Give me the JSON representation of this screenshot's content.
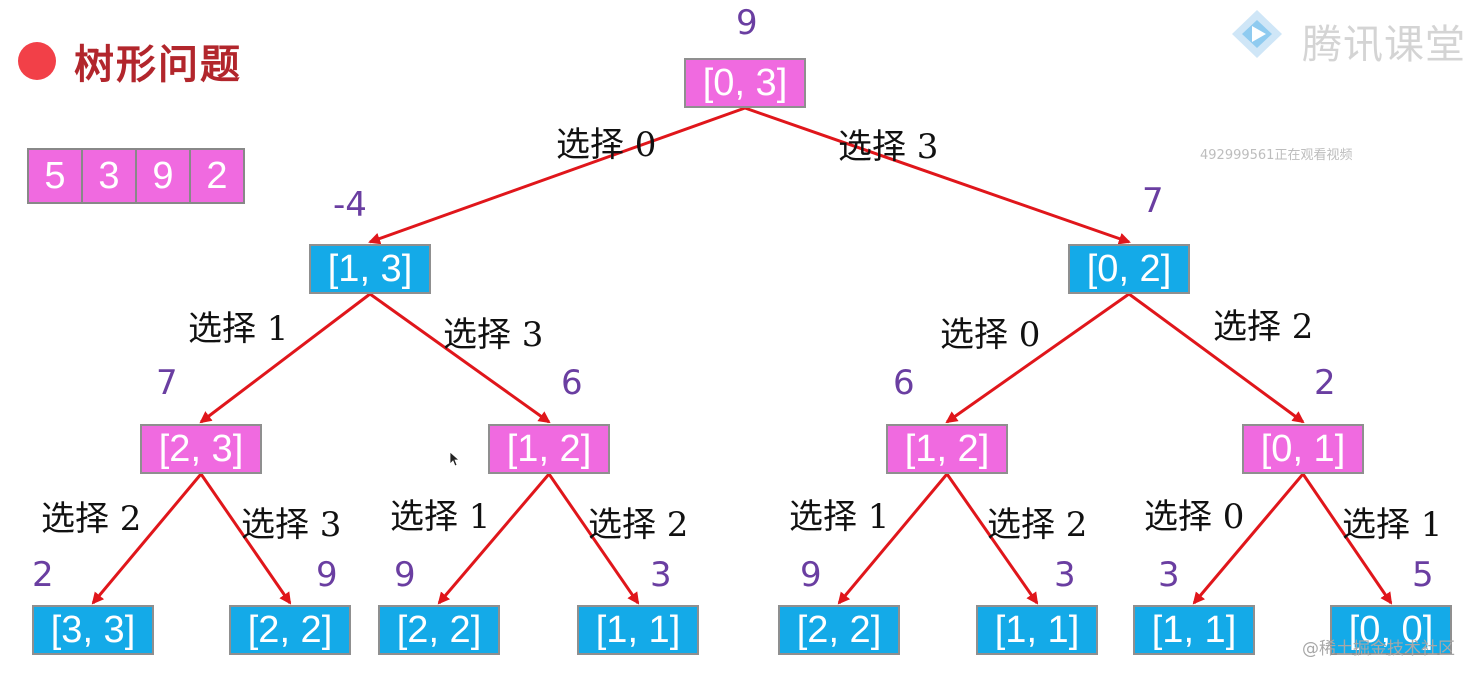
{
  "title": "树形问题",
  "array": [
    "5",
    "3",
    "9",
    "2"
  ],
  "nodes": [
    {
      "id": "n0",
      "label": "[0, 3]",
      "value": "9",
      "color": "pink"
    },
    {
      "id": "n1",
      "label": "[1, 3]",
      "value": "-4",
      "color": "blue"
    },
    {
      "id": "n2",
      "label": "[0, 2]",
      "value": "7",
      "color": "blue"
    },
    {
      "id": "n3",
      "label": "[2, 3]",
      "value": "7",
      "color": "pink"
    },
    {
      "id": "n4",
      "label": "[1, 2]",
      "value": "6",
      "color": "pink"
    },
    {
      "id": "n5",
      "label": "[1, 2]",
      "value": "6",
      "color": "pink"
    },
    {
      "id": "n6",
      "label": "[0, 1]",
      "value": "2",
      "color": "pink"
    },
    {
      "id": "n7",
      "label": "[3, 3]",
      "value": "2",
      "color": "blue"
    },
    {
      "id": "n8",
      "label": "[2, 2]",
      "value": "9",
      "color": "blue"
    },
    {
      "id": "n9",
      "label": "[2, 2]",
      "value": "9",
      "color": "blue"
    },
    {
      "id": "n10",
      "label": "[1, 1]",
      "value": "3",
      "color": "blue"
    },
    {
      "id": "n11",
      "label": "[2, 2]",
      "value": "9",
      "color": "blue"
    },
    {
      "id": "n12",
      "label": "[1, 1]",
      "value": "3",
      "color": "blue"
    },
    {
      "id": "n13",
      "label": "[1, 1]",
      "value": "3",
      "color": "blue"
    },
    {
      "id": "n14",
      "label": "[0, 0]",
      "value": "5",
      "color": "blue"
    }
  ],
  "edges": [
    {
      "from": "n0",
      "to": "n1",
      "label": "选择 0"
    },
    {
      "from": "n0",
      "to": "n2",
      "label": "选择 3"
    },
    {
      "from": "n1",
      "to": "n3",
      "label": "选择 1"
    },
    {
      "from": "n1",
      "to": "n4",
      "label": "选择 3"
    },
    {
      "from": "n2",
      "to": "n5",
      "label": "选择 0"
    },
    {
      "from": "n2",
      "to": "n6",
      "label": "选择 2"
    },
    {
      "from": "n3",
      "to": "n7",
      "label": "选择 2"
    },
    {
      "from": "n3",
      "to": "n8",
      "label": "选择 3"
    },
    {
      "from": "n4",
      "to": "n9",
      "label": "选择 1"
    },
    {
      "from": "n4",
      "to": "n10",
      "label": "选择 2"
    },
    {
      "from": "n5",
      "to": "n11",
      "label": "选择 1"
    },
    {
      "from": "n5",
      "to": "n12",
      "label": "选择 2"
    },
    {
      "from": "n6",
      "to": "n13",
      "label": "选择 0"
    },
    {
      "from": "n6",
      "to": "n14",
      "label": "选择 1"
    }
  ],
  "branding": {
    "logo_text": "腾讯课堂",
    "watch_text": "492999561正在观看视频",
    "corner_text": "@稀土掘金技术社区"
  },
  "colors": {
    "pink_node": "#f06ae0",
    "blue_node": "#14aae8",
    "edge": "#e0161b",
    "value": "#6a3ea1",
    "title": "#b2262c",
    "dot": "#f24048"
  }
}
